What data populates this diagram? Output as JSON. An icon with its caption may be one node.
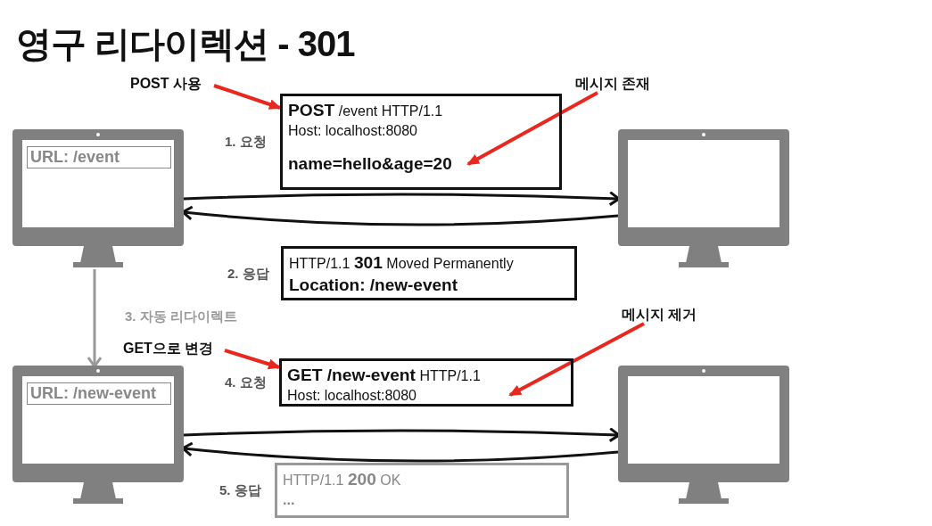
{
  "diagram": {
    "title": "영구 리다이렉션 - 301",
    "nodes": [
      {
        "text": [
          "URL: /event"
        ]
      },
      {
        "text": [],
        "shape": "monitor"
      },
      {
        "text": [
          "**POST** /event HTTP/1.1",
          "Host: localhost:8080",
          "name=hello&age=20"
        ],
        "beside": [
          "1. 요청"
        ]
      },
      {
        "text": [
          "HTTP/1.1 **301** Moved Permanently",
          "Location: /new-event"
        ],
        "beside": [
          "2. 응답"
        ]
      },
      {
        "text": [
          "URL: /new-event"
        ]
      },
      {
        "text": [],
        "shape": "monitor"
      },
      {
        "text": [
          "**GET /new-event** HTTP/1.1",
          "Host: localhost:8080"
        ],
        "beside": [
          "4. 요청"
        ]
      },
      {
        "text": [
          "HTTP/1.1 **200** OK",
          "..."
        ],
        "beside": [
          "5. 응답"
        ]
      },
      {
        "text": [
          "POST 사용"
        ]
      },
      {
        "text": [
          "메시지 존재"
        ]
      },
      {
        "text": [
          "GET으로 변경"
        ]
      },
      {
        "text": [
          "메시지 제거"
        ]
      }
    ],
    "edges": [
      {
        "from": 0,
        "to": 1,
        "arrow": "to",
        "color": "#111111"
      },
      {
        "from": 1,
        "to": 0,
        "arrow": "to",
        "color": "#111111"
      },
      {
        "from": 0,
        "to": 4,
        "arrow": "to",
        "label": "3. 자동 리다이렉트",
        "color": "#999999"
      },
      {
        "from": 4,
        "to": 5,
        "arrow": "to",
        "color": "#111111"
      },
      {
        "from": 5,
        "to": 4,
        "arrow": "to",
        "color": "#111111"
      },
      {
        "from": 8,
        "to": 2,
        "arrow": "to",
        "color": "#e8281e"
      },
      {
        "from": 9,
        "to": 2,
        "arrow": "to",
        "color": "#e8281e"
      },
      {
        "from": 10,
        "to": 6,
        "arrow": "to",
        "color": "#e8281e"
      },
      {
        "from": 11,
        "to": 6,
        "arrow": "to",
        "color": "#e8281e"
      }
    ]
  }
}
